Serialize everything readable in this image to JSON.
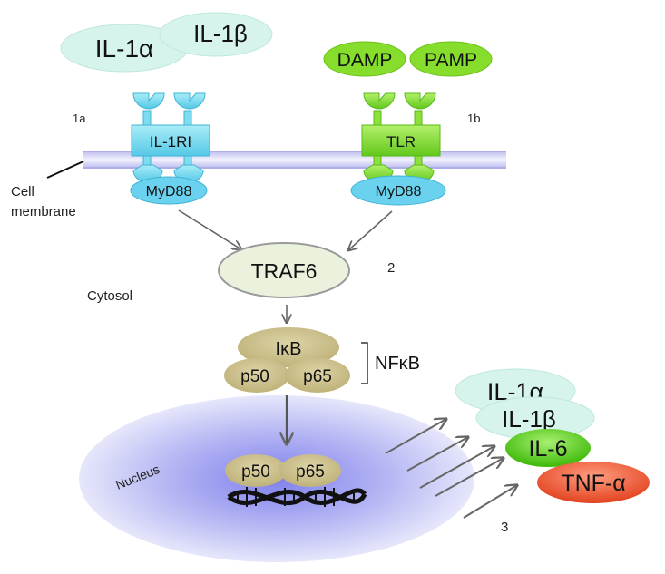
{
  "ligands_left": {
    "il1a": "IL-1α",
    "il1b": "IL-1β"
  },
  "ligands_right": {
    "damp": "DAMP",
    "pamp": "PAMP"
  },
  "markers": {
    "m1a": "1a",
    "m1b": "1b",
    "m2": "2",
    "m3": "3"
  },
  "receptors": {
    "il1ri": "IL-1RI",
    "tlr": "TLR"
  },
  "adaptors": {
    "left": "MyD88",
    "right": "MyD88"
  },
  "membrane_label": {
    "line1": "Cell",
    "line2": "membrane"
  },
  "traf6": "TRAF6",
  "cytosol": "Cytosol",
  "nfkb": {
    "ikb": "IκB",
    "p50": "p50",
    "p65": "p65",
    "bracket_label": "NFκB"
  },
  "nucleus": {
    "label": "Nucleus",
    "p50": "p50",
    "p65": "p65"
  },
  "outputs": {
    "il1a": "IL-1α",
    "il1b": "IL-1β",
    "il6": "IL-6",
    "tnfa": "TNF-α"
  },
  "colors": {
    "il1_pale": "#d9f4ee",
    "receptor_cyan": "#7fdcf0",
    "receptor_green": "#8ee03c",
    "myd88": "#6ed3ef",
    "traf6_fill": "#eaf2dd",
    "nfkb_khaki": "#cfc390",
    "membrane": "#ccccf0",
    "nucleus": "#8f90ee",
    "il6_green": "#58d020",
    "tnf_red": "#ef6040"
  }
}
